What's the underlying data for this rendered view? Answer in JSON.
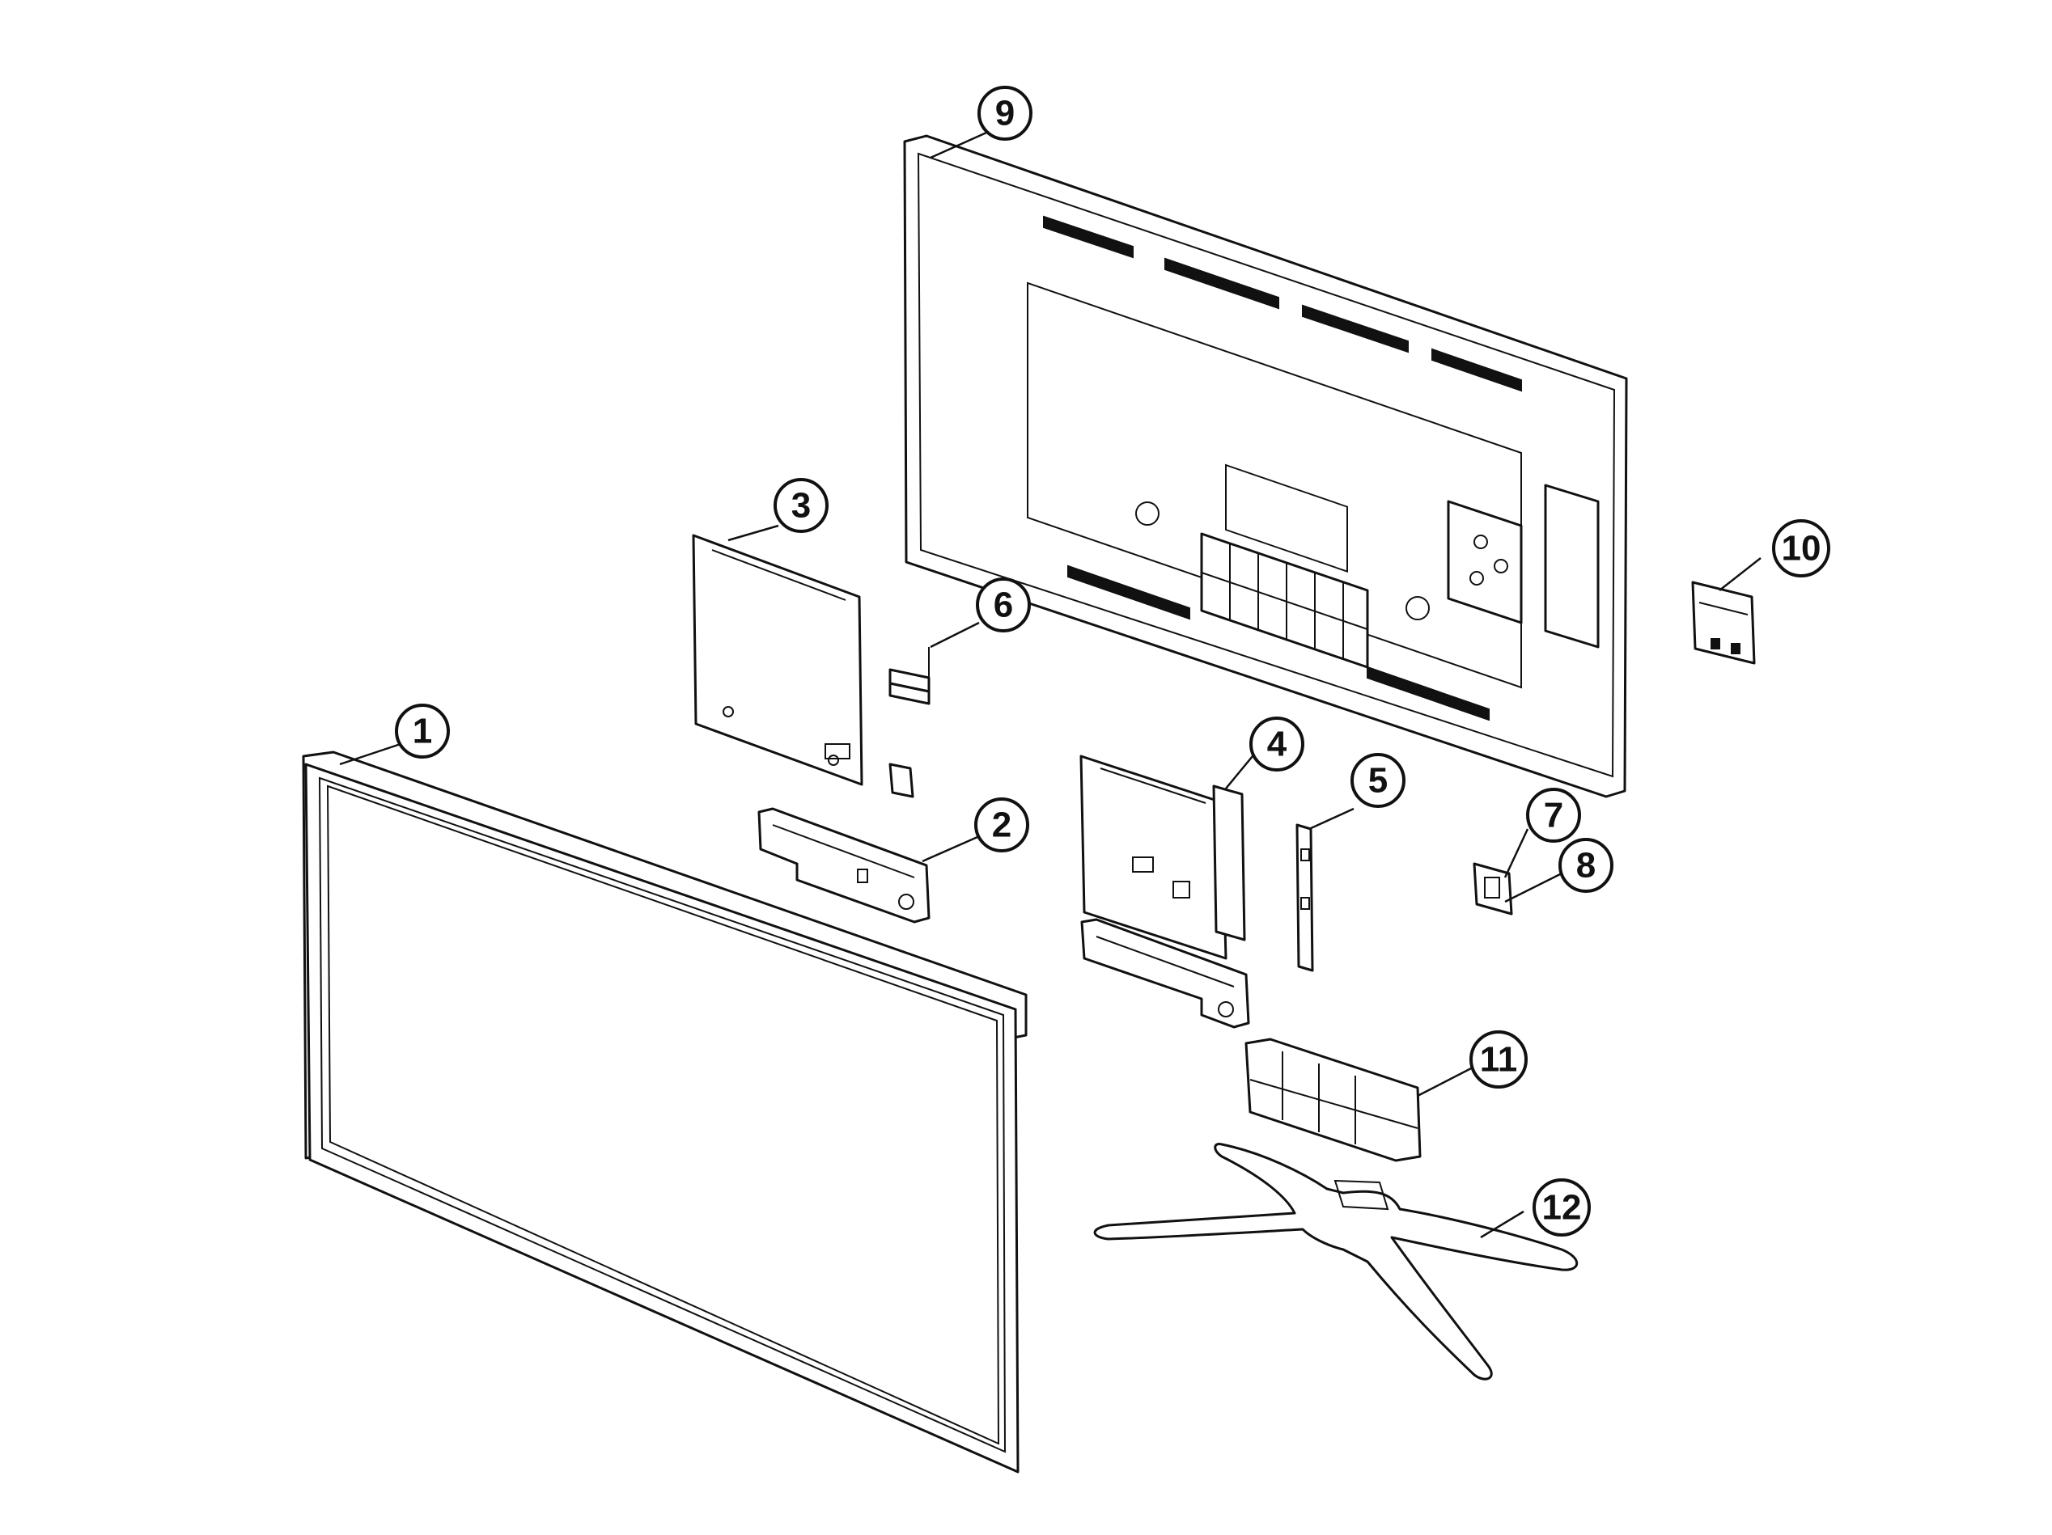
{
  "callouts": [
    {
      "id": "1",
      "label": "1"
    },
    {
      "id": "2",
      "label": "2"
    },
    {
      "id": "3",
      "label": "3"
    },
    {
      "id": "4",
      "label": "4"
    },
    {
      "id": "5",
      "label": "5"
    },
    {
      "id": "6",
      "label": "6"
    },
    {
      "id": "7",
      "label": "7"
    },
    {
      "id": "8",
      "label": "8"
    },
    {
      "id": "9",
      "label": "9"
    },
    {
      "id": "10",
      "label": "10"
    },
    {
      "id": "11",
      "label": "11"
    },
    {
      "id": "12",
      "label": "12"
    }
  ],
  "colors": {
    "line": "#111111",
    "background": "#ffffff"
  }
}
